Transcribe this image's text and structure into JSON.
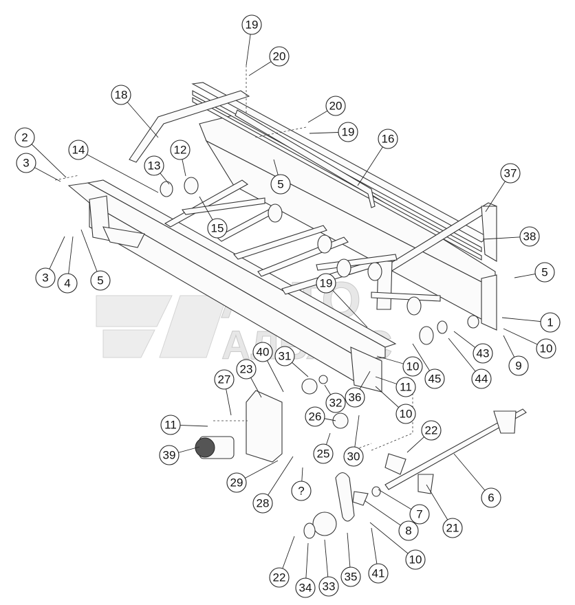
{
  "watermark": {
    "line1": "АВТО",
    "line2": "АЛЬЯНС"
  },
  "callouts": [
    "19",
    "20",
    "20",
    "19",
    "18",
    "16",
    "2",
    "3",
    "14",
    "13",
    "12",
    "5",
    "37",
    "15",
    "38",
    "5",
    "3",
    "4",
    "5",
    "19",
    "1",
    "10",
    "9",
    "43",
    "44",
    "45",
    "10",
    "11",
    "10",
    "36",
    "40",
    "31",
    "23",
    "27",
    "32",
    "26",
    "11",
    "30",
    "25",
    "22",
    "39",
    "29",
    "28",
    "?",
    "6",
    "7",
    "8",
    "21",
    "10",
    "22",
    "34",
    "33",
    "35",
    "41",
    "10"
  ]
}
